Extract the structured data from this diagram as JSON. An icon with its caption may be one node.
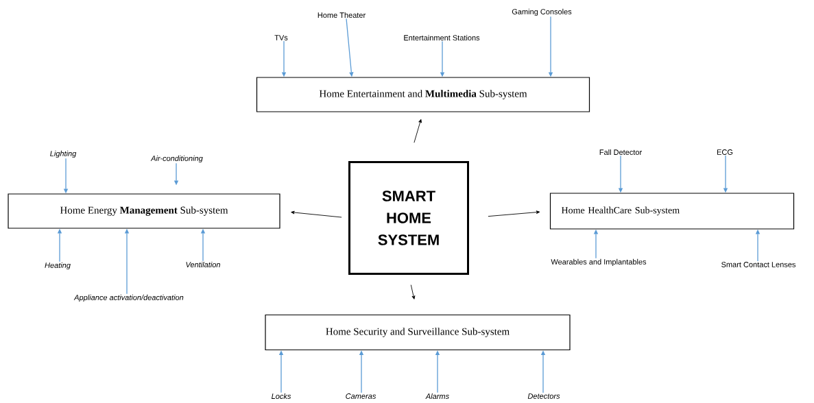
{
  "diagram": {
    "nodes": [
      {
        "text": [
          "Home Theater"
        ]
      },
      {
        "text": [
          "Gaming Consoles"
        ]
      },
      {
        "text": [
          "TVs"
        ]
      },
      {
        "text": [
          "Entertainment Stations"
        ]
      },
      {
        "text": [
          "Home Entertainment and **Multimedia** Sub-system"
        ]
      },
      {
        "text": [
          "Lighting"
        ]
      },
      {
        "text": [
          "Air-conditioning"
        ]
      },
      {
        "text": [
          "Fall Detector"
        ]
      },
      {
        "text": [
          "ECG"
        ]
      },
      {
        "text": [
          "SMART HOME SYSTEM"
        ]
      },
      {
        "text": [
          "Home Energy **Management** Sub-system"
        ]
      },
      {
        "text": [
          "Home HealthCare Sub-system"
        ]
      },
      {
        "text": [
          "Heating"
        ]
      },
      {
        "text": [
          "Ventilation"
        ]
      },
      {
        "text": [
          "Wearables and Implantables"
        ]
      },
      {
        "text": [
          "Smart Contact Lenses"
        ]
      },
      {
        "text": [
          "Appliance activation/deactivation"
        ]
      },
      {
        "text": [
          "Home Security and Surveillance Sub-system"
        ]
      },
      {
        "text": [
          "Locks"
        ]
      },
      {
        "text": [
          "Cameras"
        ]
      },
      {
        "text": [
          "Alarms"
        ]
      },
      {
        "text": [
          "Detectors"
        ]
      }
    ],
    "edges": [
      {
        "from": 2,
        "to": 4,
        "arrow": "to"
      },
      {
        "from": 0,
        "to": 4,
        "arrow": "to"
      },
      {
        "from": 3,
        "to": 4,
        "arrow": "to"
      },
      {
        "from": 1,
        "to": 4,
        "arrow": "to"
      },
      {
        "from": 5,
        "to": 10,
        "arrow": "to"
      },
      {
        "from": 6,
        "to": 10,
        "arrow": "to"
      },
      {
        "from": 12,
        "to": 10,
        "arrow": "to"
      },
      {
        "from": 16,
        "to": 10,
        "arrow": "to"
      },
      {
        "from": 13,
        "to": 10,
        "arrow": "to"
      },
      {
        "from": 7,
        "to": 11,
        "arrow": "to"
      },
      {
        "from": 8,
        "to": 11,
        "arrow": "to"
      },
      {
        "from": 14,
        "to": 11,
        "arrow": "to"
      },
      {
        "from": 15,
        "to": 11,
        "arrow": "to"
      },
      {
        "from": 18,
        "to": 17,
        "arrow": "to"
      },
      {
        "from": 19,
        "to": 17,
        "arrow": "to"
      },
      {
        "from": 20,
        "to": 17,
        "arrow": "to"
      },
      {
        "from": 21,
        "to": 17,
        "arrow": "to"
      },
      {
        "from": 9,
        "to": 4,
        "arrow": "to",
        "color": "#000000"
      },
      {
        "from": 9,
        "to": 10,
        "arrow": "to",
        "color": "#000000"
      },
      {
        "from": 9,
        "to": 11,
        "arrow": "to",
        "color": "#000000"
      },
      {
        "from": 9,
        "to": 17,
        "arrow": "to",
        "color": "#000000"
      }
    ]
  }
}
